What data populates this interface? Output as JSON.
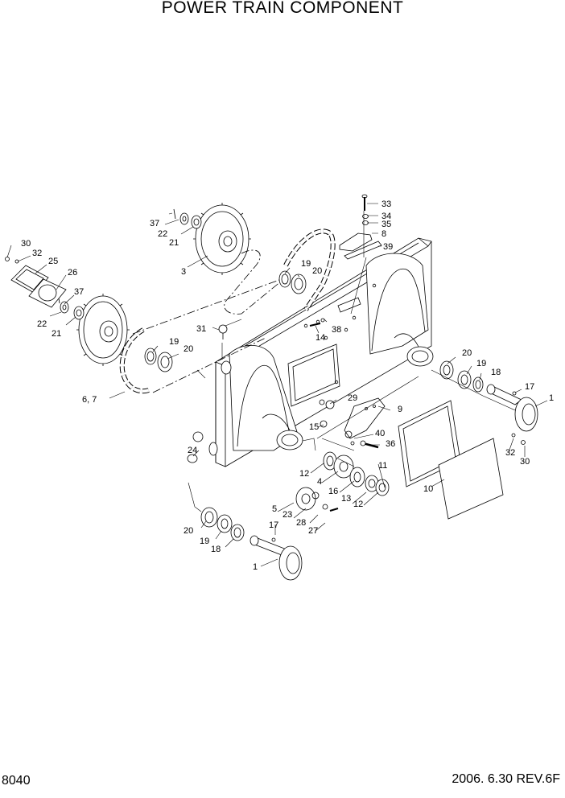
{
  "title": "POWER TRAIN COMPONENT",
  "page_number": "8040",
  "revision": "2006. 6.30  REV.6F",
  "callouts": [
    {
      "id": "c33a",
      "text": "33"
    },
    {
      "id": "c34",
      "text": "34"
    },
    {
      "id": "c35",
      "text": "35"
    },
    {
      "id": "c8",
      "text": "8"
    },
    {
      "id": "c39",
      "text": "39"
    },
    {
      "id": "c37a",
      "text": "37"
    },
    {
      "id": "c22a",
      "text": "22"
    },
    {
      "id": "c21a",
      "text": "21"
    },
    {
      "id": "c3",
      "text": "3"
    },
    {
      "id": "c30a",
      "text": "30"
    },
    {
      "id": "c32a",
      "text": "32"
    },
    {
      "id": "c25",
      "text": "25"
    },
    {
      "id": "c26",
      "text": "26"
    },
    {
      "id": "c37b",
      "text": "37"
    },
    {
      "id": "c22b",
      "text": "22"
    },
    {
      "id": "c21b",
      "text": "21"
    },
    {
      "id": "c19a",
      "text": "19"
    },
    {
      "id": "c20a",
      "text": "20"
    },
    {
      "id": "c31",
      "text": "31"
    },
    {
      "id": "c14",
      "text": "14"
    },
    {
      "id": "c38",
      "text": "38"
    },
    {
      "id": "c19b",
      "text": "19"
    },
    {
      "id": "c20b",
      "text": "20"
    },
    {
      "id": "c67",
      "text": "6, 7"
    },
    {
      "id": "c20c",
      "text": "20"
    },
    {
      "id": "c19c",
      "text": "19"
    },
    {
      "id": "c18a",
      "text": "18"
    },
    {
      "id": "c17a",
      "text": "17"
    },
    {
      "id": "c1a",
      "text": "1"
    },
    {
      "id": "c29",
      "text": "29"
    },
    {
      "id": "c9",
      "text": "9"
    },
    {
      "id": "c15",
      "text": "15"
    },
    {
      "id": "c40",
      "text": "40"
    },
    {
      "id": "c36",
      "text": "36"
    },
    {
      "id": "c24",
      "text": "24"
    },
    {
      "id": "c12a",
      "text": "12"
    },
    {
      "id": "c11",
      "text": "11"
    },
    {
      "id": "c32b",
      "text": "32"
    },
    {
      "id": "c30b",
      "text": "30"
    },
    {
      "id": "c4",
      "text": "4"
    },
    {
      "id": "c16",
      "text": "16"
    },
    {
      "id": "c13",
      "text": "13"
    },
    {
      "id": "c12b",
      "text": "12"
    },
    {
      "id": "c10",
      "text": "10"
    },
    {
      "id": "c5",
      "text": "5"
    },
    {
      "id": "c23",
      "text": "23"
    },
    {
      "id": "c28",
      "text": "28"
    },
    {
      "id": "c27",
      "text": "27"
    },
    {
      "id": "c20d",
      "text": "20"
    },
    {
      "id": "c17b",
      "text": "17"
    },
    {
      "id": "c19d",
      "text": "19"
    },
    {
      "id": "c18b",
      "text": "18"
    },
    {
      "id": "c1b",
      "text": "1"
    }
  ]
}
